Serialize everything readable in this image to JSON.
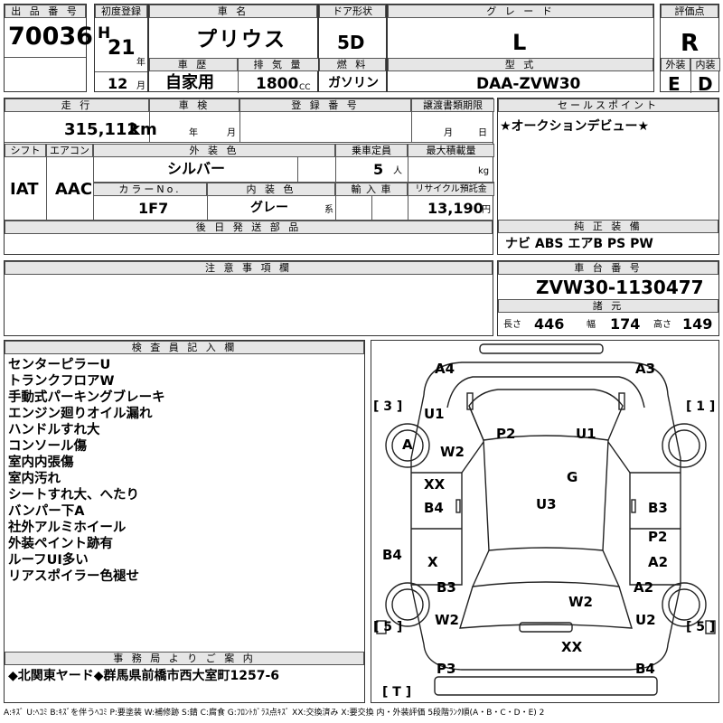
{
  "header": {
    "lot_label": "出 品 番 号",
    "lot_number": "70036",
    "first_reg_label": "初度登録",
    "era": "H",
    "year_num": "21",
    "year_unit": "年",
    "month_num": "12",
    "month_unit": "月",
    "name_label": "車 名",
    "car_name": "プリウス",
    "history_label": "車 歴",
    "history": "自家用",
    "displacement_label": "排 気 量",
    "displacement": "1800",
    "cc": "CC",
    "door_label": "ドア形状",
    "doors": "5D",
    "fuel_label": "燃 料",
    "fuel": "ガソリン",
    "grade_label": "グ レ ー ド",
    "grade": "L",
    "model_label": "型 式",
    "model": "DAA-ZVW30",
    "score_label": "評価点",
    "score": "R",
    "ext_label": "外装",
    "ext": "E",
    "int_label": "内装",
    "int": "D"
  },
  "details": {
    "mileage_label": "走 行",
    "mileage": "315,112",
    "km": "km",
    "inspection_label": "車 検",
    "insp_year": "年",
    "insp_month": "月",
    "regno_label": "登 録 番 号",
    "transfer_label": "譲渡書類期限",
    "tr_month": "月",
    "tr_day": "日",
    "shift_label": "シフト",
    "shift": "IAT",
    "ac_label": "エアコン",
    "ac": "AAC",
    "color_label": "外 装 色",
    "color": "シルバー",
    "capacity_label": "乗車定員",
    "capacity": "5",
    "person": "人",
    "load_label": "最大積載量",
    "kg": "kg",
    "colorno_label": "カラーNo.",
    "colorno": "1F7",
    "interior_label": "内 装 色",
    "interior": "グレー",
    "kei": "系",
    "import_label": "輸 入 車",
    "recycle_label": "リサイクル預託金",
    "recycle": "13,190",
    "yen": "円",
    "later_parts_label": "後 日 発 送 部 品"
  },
  "sales": {
    "label": "セールスポイント",
    "text": "★オークションデビュー★"
  },
  "equipment": {
    "label": "純 正 装 備",
    "text": "ナビ ABS エアB PS PW"
  },
  "caution_label": "注 意 事 項 欄",
  "chassis": {
    "label": "車 台 番 号",
    "number": "ZVW30-1130477",
    "dims_label": "諸 元",
    "length_label": "長さ",
    "length": "446",
    "width_label": "幅",
    "width": "174",
    "height_label": "高さ",
    "height": "149"
  },
  "inspector": {
    "label": "検 査 員 記 入 欄",
    "lines": [
      "センターピラーU",
      "トランクフロアW",
      "手動式パーキングブレーキ",
      "エンジン廻りオイル漏れ",
      "ハンドルすれ大",
      "コンソール傷",
      "室内内張傷",
      "室内汚れ",
      "シートすれ大、へたり",
      "バンパー下A",
      "社外アルミホイール",
      "外装ペイント跡有",
      "ルーフUI多い",
      "リアスポイラー色褪せ"
    ]
  },
  "office": {
    "label": "事 務 局 よ り ご 案 内",
    "text": "◆北関東ヤード◆群馬県前橋市西大室町1257-6"
  },
  "diagram": {
    "marks": [
      "A4",
      "A3",
      "U1",
      "P2",
      "U1",
      "A",
      "W2",
      "G",
      "XX",
      "B4",
      "U3",
      "B3",
      "P2",
      "B4",
      "X",
      "A2",
      "B3",
      "A2",
      "W2",
      "W2",
      "U2",
      "XX",
      "P3",
      "B4"
    ],
    "brackets": [
      "[ 3 ]",
      "[ 1 ]",
      "[ 5 ]",
      "[ 5 ]",
      "[ T ]"
    ]
  },
  "legend": "A:ｷｽﾞ U:ﾍｺﾐ B:ｷｽﾞを伴うﾍｺﾐ P:要塗装 W:補修跡 S:錆 C:腐食 G:ﾌﾛﾝﾄｶﾞﾗｽ点ｷｽﾞ XX:交換済み X:要交換 内・外装評価 5段階ﾗﾝｸ順(A・B・C・D・E) 2"
}
